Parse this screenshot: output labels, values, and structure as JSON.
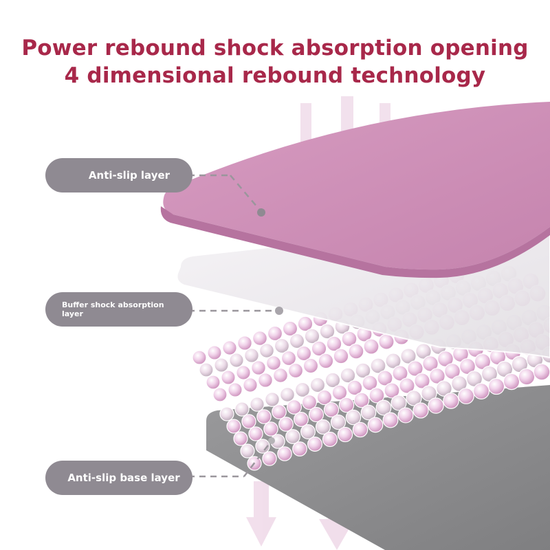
{
  "headline": {
    "line1": "Power rebound shock absorption opening",
    "line2": "4 dimensional rebound technology"
  },
  "callouts": [
    {
      "label": "Anti-slip layer"
    },
    {
      "label": "Buffer shock absorption layer"
    },
    {
      "label": "Anti-slip base layer"
    }
  ],
  "colors": {
    "headline": "#a8284a",
    "pill": "#8f8a92",
    "top_layer": "#cf8fb7",
    "middle_plate": "#eeeaee",
    "bubbles": "#e6b9da",
    "base_layer": "#8d8d8f",
    "arrows": "#e9c9df",
    "leader_line": "#9a969c"
  }
}
